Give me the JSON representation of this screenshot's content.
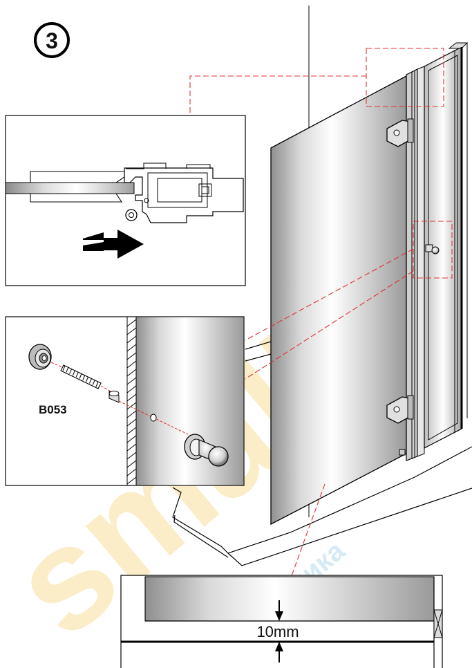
{
  "step": {
    "number": "3"
  },
  "callouts": {
    "part_code": "B053",
    "gap": "10mm"
  },
  "watermark": {
    "big": "small",
    "small": "сантехника"
  },
  "colors": {
    "line": "#000000",
    "leader": "#e0322e",
    "watermark_yellow": "#f6df9a",
    "watermark_blue": "#c9e3f4",
    "glass_light": "#f4f4f4",
    "glass_dark": "#8d8d8d"
  }
}
